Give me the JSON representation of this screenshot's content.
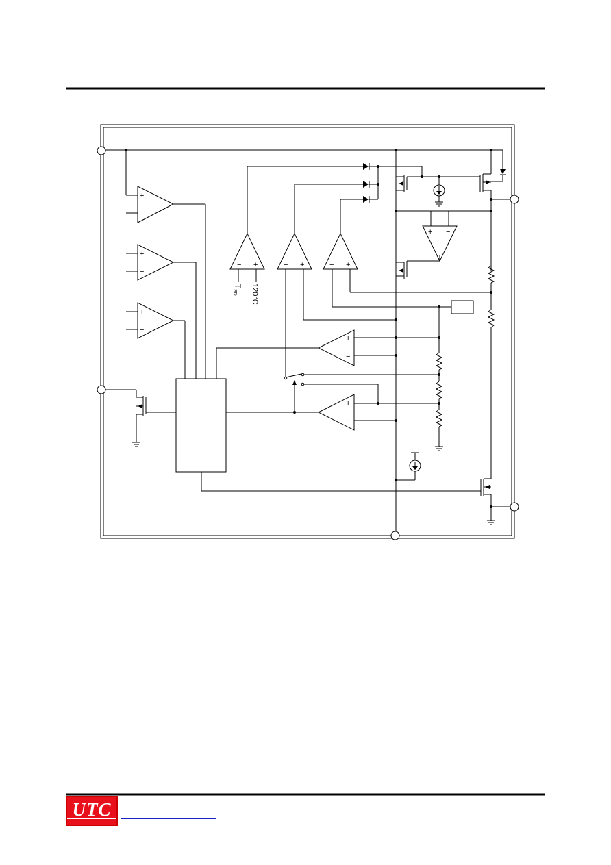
{
  "diagram": {
    "labels": {
      "plus": "+",
      "minus": "−",
      "ref_name": "T",
      "ref_sub": "SD",
      "temp": "120°C"
    }
  },
  "footer": {
    "logo_text": "UTC"
  },
  "colors": {
    "logo_red": "#e8101a",
    "link_blue": "#1a22c8"
  }
}
